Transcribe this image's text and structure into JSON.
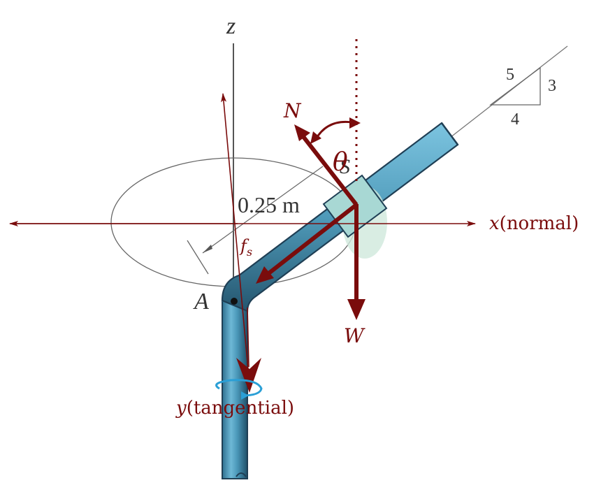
{
  "labels": {
    "z_axis": "z",
    "x_axis": "x",
    "x_axis_suffix": "(normal)",
    "y_axis": "y",
    "y_axis_suffix": "(tangential)",
    "normal_force": "N",
    "friction_force": "f",
    "friction_subscript": "s",
    "weight": "W",
    "angle": "θ",
    "collar": "S",
    "point_a": "A",
    "radius": "0.25 m",
    "slope_hyp": "5",
    "slope_rise": "3",
    "slope_run": "4"
  },
  "colors": {
    "force": "#7a0c0c",
    "rod_fill": "#5ba3c4",
    "rod_edge": "#1f3f55",
    "collar_fill": "#a8d8d4",
    "spin_arrow": "#2a9fd6",
    "construction": "#555555"
  }
}
